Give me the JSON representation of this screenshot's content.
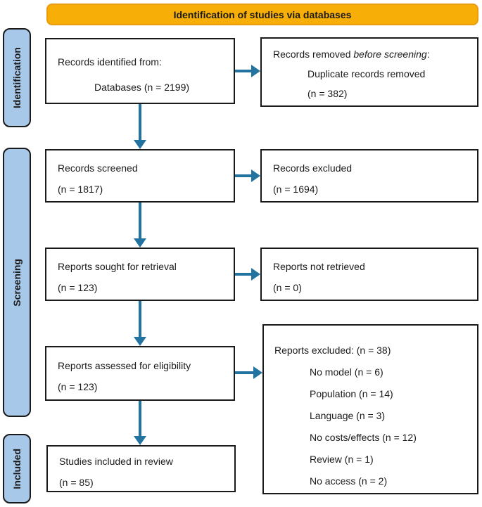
{
  "colors": {
    "header-bg": "#F7AF08",
    "header-border": "#E89D0E",
    "stage-bg": "#A7C8E9",
    "arrow": "#22739F",
    "box-border": "#1A1A1A",
    "text": "#1A1A1A"
  },
  "header": {
    "title": "Identification of studies via databases"
  },
  "stages": [
    {
      "label": "Identification"
    },
    {
      "label": "Screening"
    },
    {
      "label": "Included"
    }
  ],
  "boxes": {
    "identified": {
      "line1": "Records identified from:",
      "line2": "Databases (n = 2199)"
    },
    "removed": {
      "line1_pre": "Records removed ",
      "line1_italic": "before screening",
      "line1_post": ":",
      "line2": "Duplicate records removed",
      "line3": "(n = 382)"
    },
    "screened": {
      "line1": "Records screened",
      "line2": "(n = 1817)"
    },
    "excluded": {
      "line1": "Records excluded",
      "line2": "(n = 1694)"
    },
    "sought": {
      "line1": "Reports sought for retrieval",
      "line2": "(n = 123)"
    },
    "not_retrieved": {
      "line1": "Reports not retrieved",
      "line2": "(n = 0)"
    },
    "assessed": {
      "line1": "Reports assessed for eligibility",
      "line2": "(n = 123)"
    },
    "reports_excluded": {
      "title": "Reports excluded: (n = 38)",
      "reasons": [
        "No model (n = 6)",
        "Population (n = 14)",
        "Language (n = 3)",
        "No costs/effects (n = 12)",
        "Review (n = 1)",
        "No access (n = 2)"
      ]
    },
    "included": {
      "line1": "Studies included in review",
      "line2": "(n = 85)"
    }
  }
}
